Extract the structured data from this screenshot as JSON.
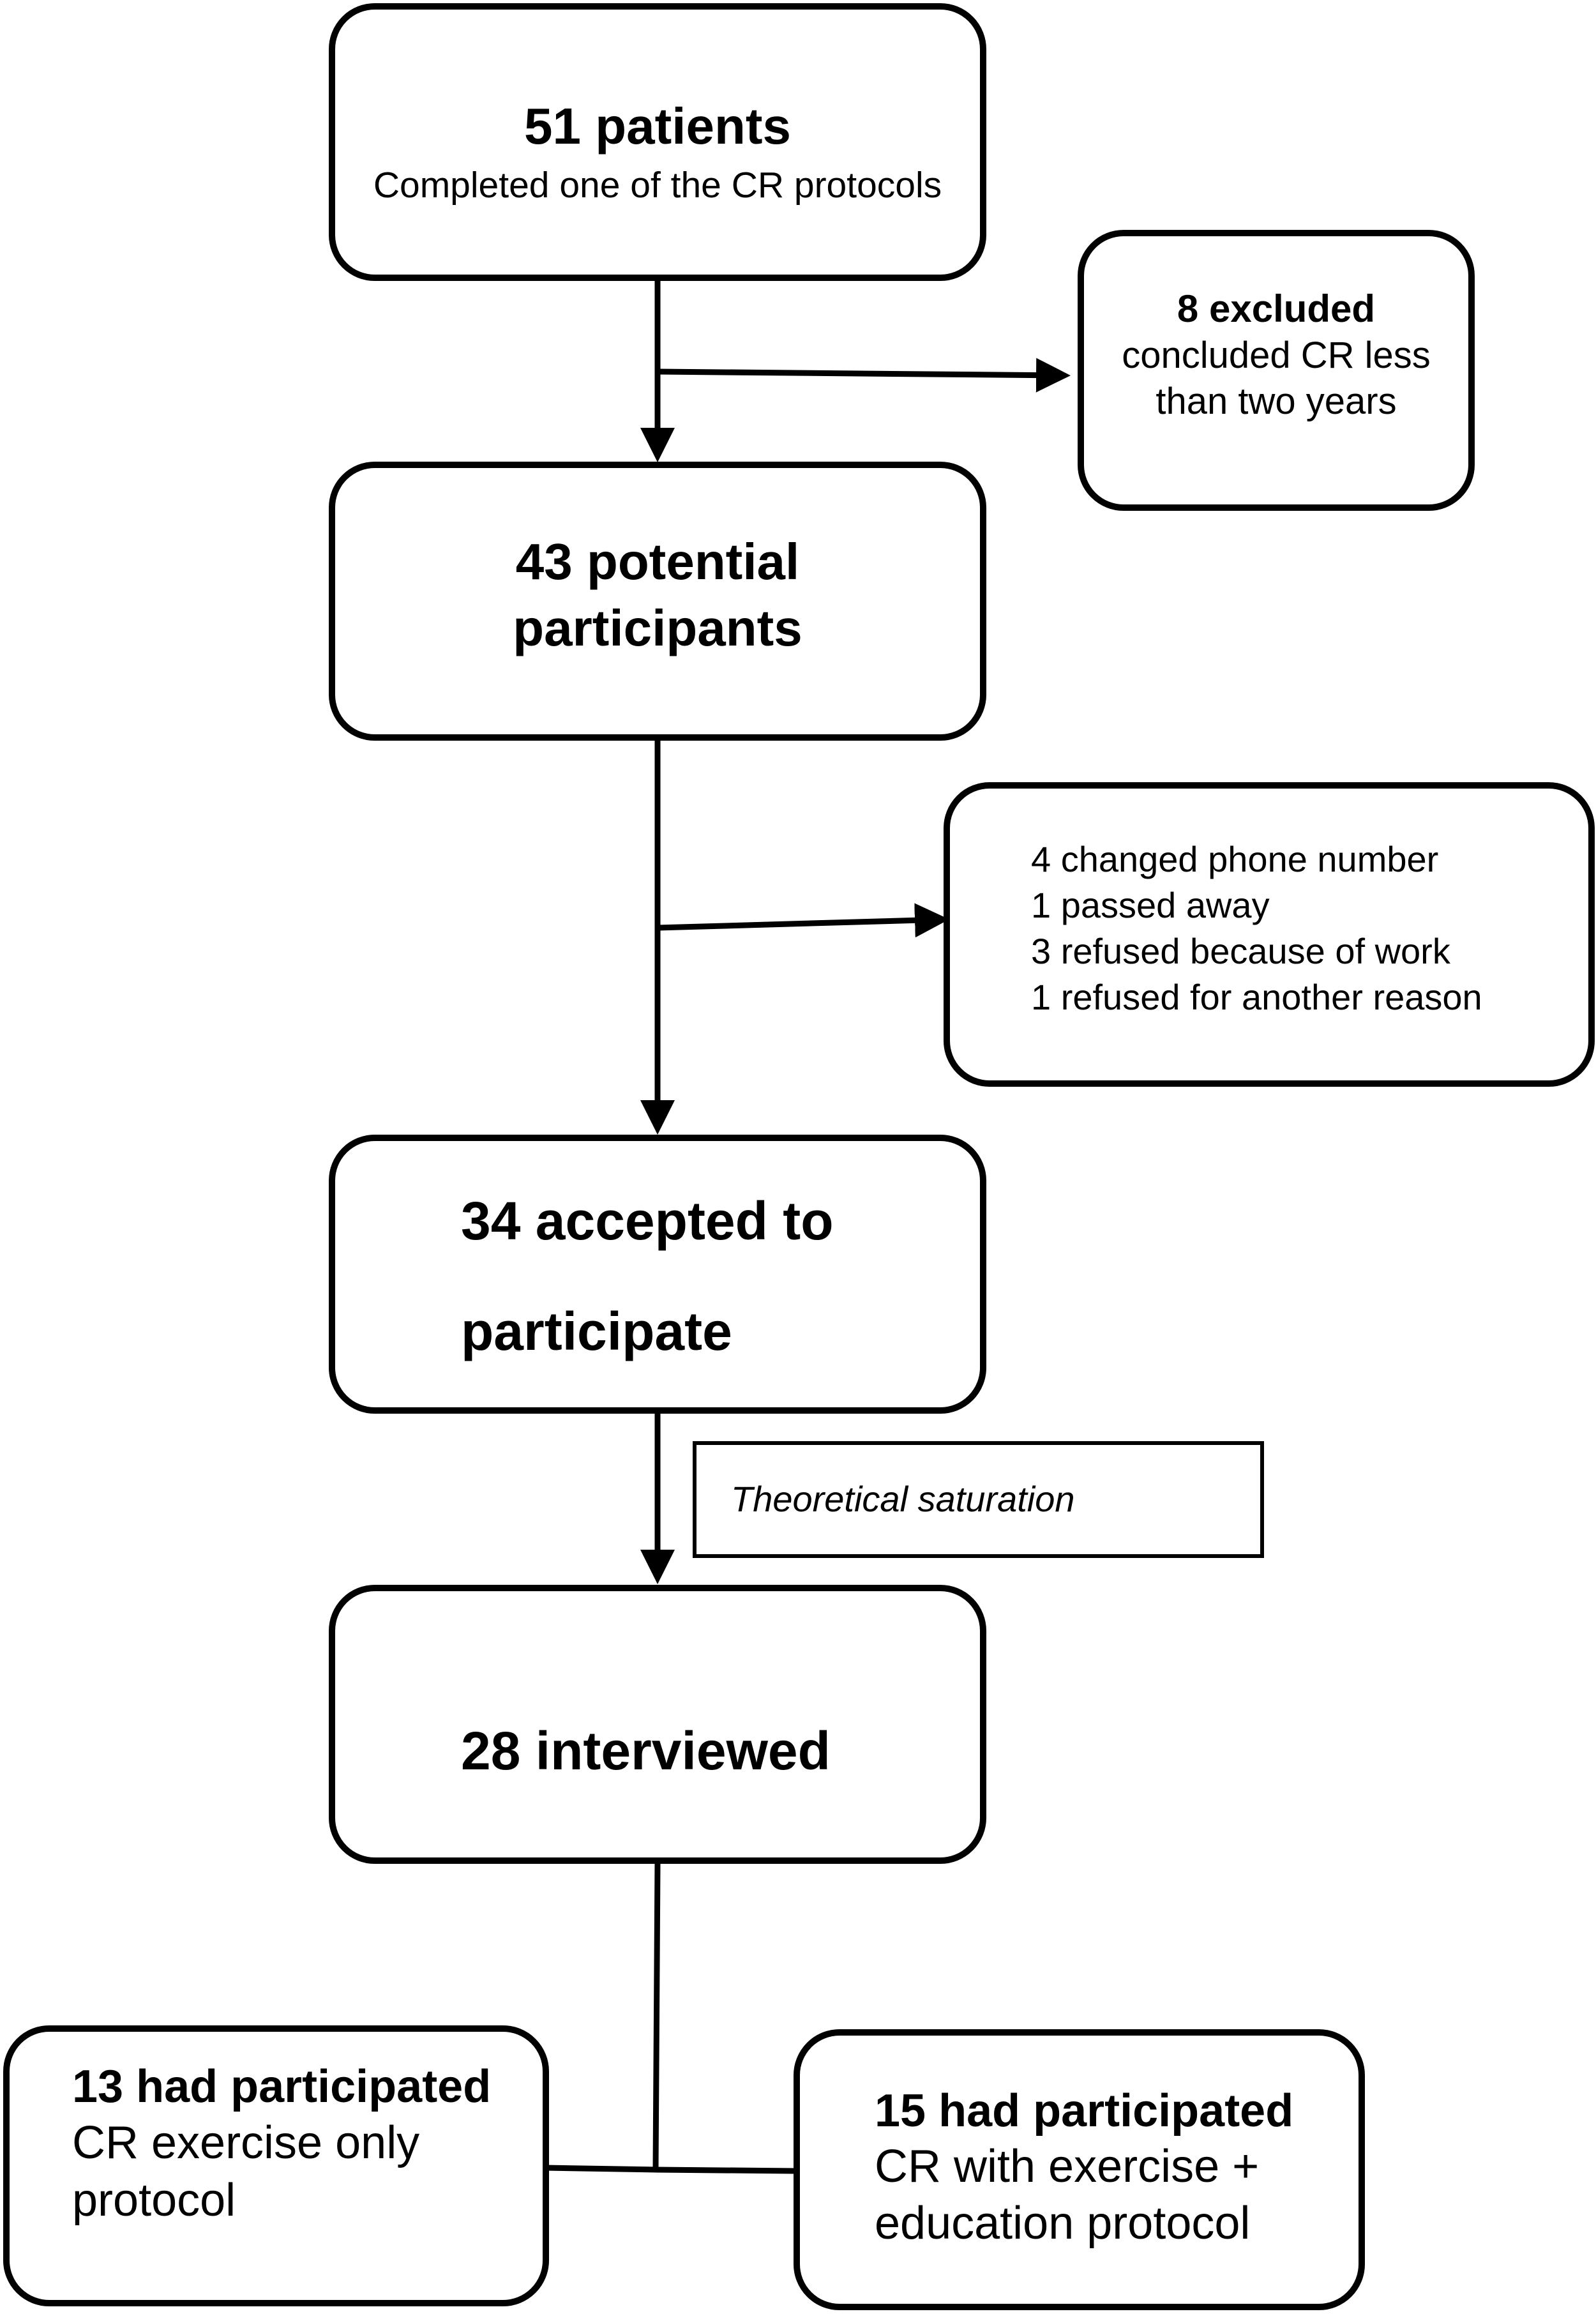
{
  "flowchart": {
    "box_patients": {
      "count_label": "51 patients",
      "detail": "Completed one of the CR protocols"
    },
    "box_excluded": {
      "count_label": "8 excluded",
      "detail_line1": "concluded CR less",
      "detail_line2": "than two years"
    },
    "box_potential": {
      "line1": "43 potential",
      "line2": "participants"
    },
    "box_losses": {
      "items": [
        "4 changed phone number",
        "1 passed away",
        "3 refused because of work",
        "1 refused for another reason"
      ]
    },
    "box_accepted": {
      "line1": "34 accepted to",
      "line2": "participate"
    },
    "note_saturation": "Theoretical saturation",
    "box_interviewed": "28 interviewed",
    "box_exercise_only": {
      "count_label": "13 had participated",
      "line1": "CR exercise only",
      "line2": "protocol"
    },
    "box_exercise_education": {
      "count_label": "15 had participated",
      "line1": "CR with exercise +",
      "line2": "education protocol"
    }
  }
}
